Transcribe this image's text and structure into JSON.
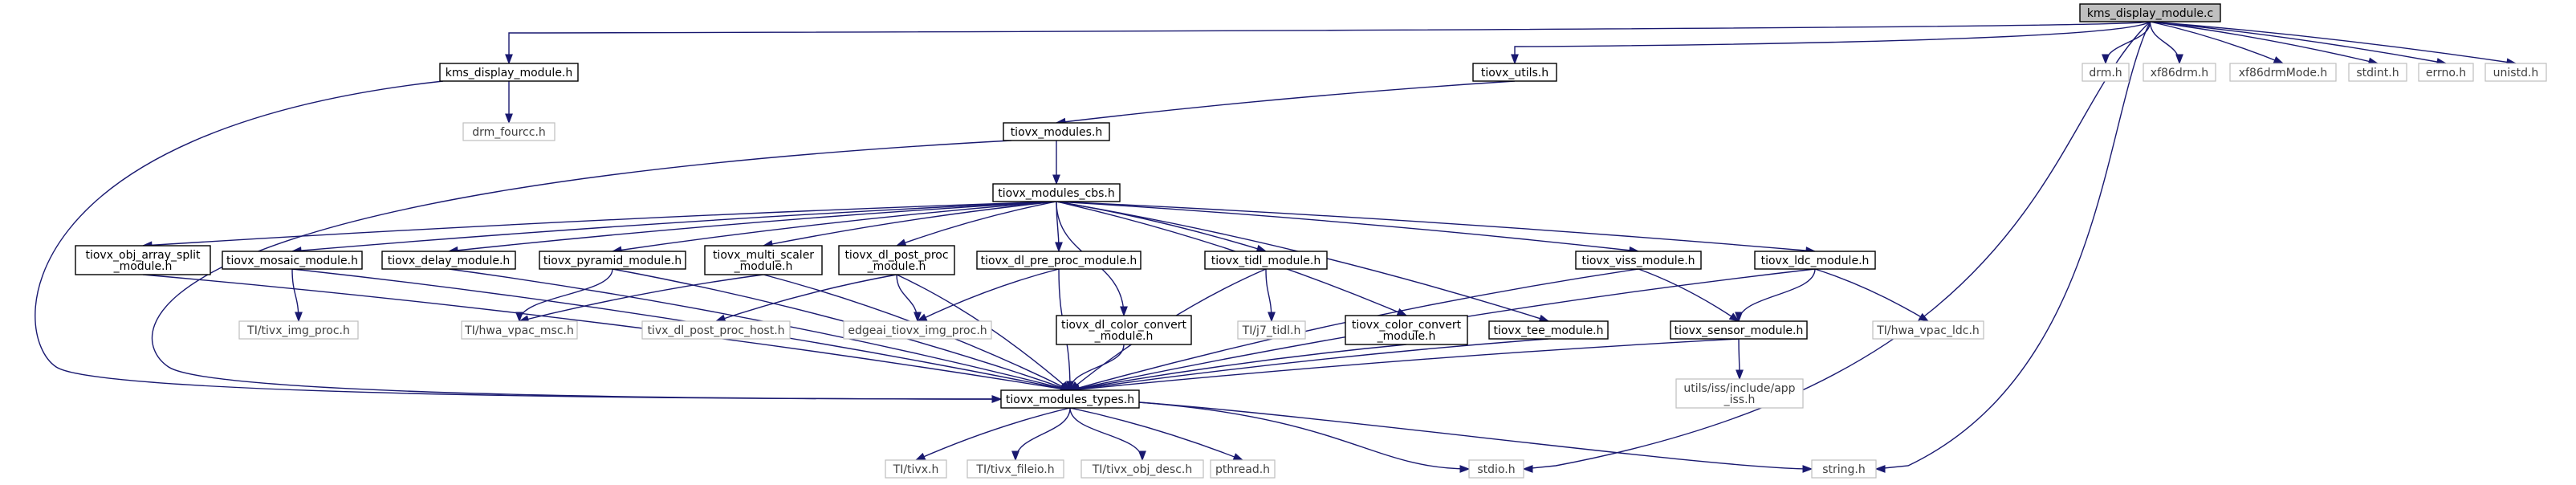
{
  "diagram": {
    "nodes": [
      {
        "id": "kms_display_module_c",
        "lines": [
          "kms_display_module.c"
        ],
        "kind": "root"
      },
      {
        "id": "kms_display_module_h",
        "lines": [
          "kms_display_module.h"
        ],
        "kind": "internal"
      },
      {
        "id": "tiovx_utils_h",
        "lines": [
          "tiovx_utils.h"
        ],
        "kind": "internal"
      },
      {
        "id": "drm_h",
        "lines": [
          "drm.h"
        ],
        "kind": "external"
      },
      {
        "id": "xf86drm_h",
        "lines": [
          "xf86drm.h"
        ],
        "kind": "external"
      },
      {
        "id": "xf86drmMode_h",
        "lines": [
          "xf86drmMode.h"
        ],
        "kind": "external"
      },
      {
        "id": "stdint_h",
        "lines": [
          "stdint.h"
        ],
        "kind": "external"
      },
      {
        "id": "errno_h",
        "lines": [
          "errno.h"
        ],
        "kind": "external"
      },
      {
        "id": "unistd_h",
        "lines": [
          "unistd.h"
        ],
        "kind": "external"
      },
      {
        "id": "drm_fourcc_h",
        "lines": [
          "drm_fourcc.h"
        ],
        "kind": "external"
      },
      {
        "id": "tiovx_modules_h",
        "lines": [
          "tiovx_modules.h"
        ],
        "kind": "internal"
      },
      {
        "id": "tiovx_modules_cbs_h",
        "lines": [
          "tiovx_modules_cbs.h"
        ],
        "kind": "internal"
      },
      {
        "id": "tiovx_obj_array_split_module_h",
        "lines": [
          "tiovx_obj_array_split",
          "_module.h"
        ],
        "kind": "internal"
      },
      {
        "id": "tiovx_mosaic_module_h",
        "lines": [
          "tiovx_mosaic_module.h"
        ],
        "kind": "internal"
      },
      {
        "id": "tiovx_delay_module_h",
        "lines": [
          "tiovx_delay_module.h"
        ],
        "kind": "internal"
      },
      {
        "id": "tiovx_pyramid_module_h",
        "lines": [
          "tiovx_pyramid_module.h"
        ],
        "kind": "internal"
      },
      {
        "id": "tiovx_multi_scaler_module_h",
        "lines": [
          "tiovx_multi_scaler",
          "_module.h"
        ],
        "kind": "internal"
      },
      {
        "id": "tiovx_dl_post_proc_module_h",
        "lines": [
          "tiovx_dl_post_proc",
          "_module.h"
        ],
        "kind": "internal"
      },
      {
        "id": "tiovx_dl_pre_proc_module_h",
        "lines": [
          "tiovx_dl_pre_proc_module.h"
        ],
        "kind": "internal"
      },
      {
        "id": "tiovx_tidl_module_h",
        "lines": [
          "tiovx_tidl_module.h"
        ],
        "kind": "internal"
      },
      {
        "id": "tiovx_viss_module_h",
        "lines": [
          "tiovx_viss_module.h"
        ],
        "kind": "internal"
      },
      {
        "id": "tiovx_ldc_module_h",
        "lines": [
          "tiovx_ldc_module.h"
        ],
        "kind": "internal"
      },
      {
        "id": "tivx_img_proc_h",
        "lines": [
          "TI/tivx_img_proc.h"
        ],
        "kind": "external"
      },
      {
        "id": "hwa_vpac_msc_h",
        "lines": [
          "TI/hwa_vpac_msc.h"
        ],
        "kind": "external"
      },
      {
        "id": "tivx_dl_post_proc_host_h",
        "lines": [
          "tivx_dl_post_proc_host.h"
        ],
        "kind": "external"
      },
      {
        "id": "edgeai_tiovx_img_proc_h",
        "lines": [
          "edgeai_tiovx_img_proc.h"
        ],
        "kind": "external"
      },
      {
        "id": "tiovx_dl_color_convert_module_h",
        "lines": [
          "tiovx_dl_color_convert",
          "_module.h"
        ],
        "kind": "internal"
      },
      {
        "id": "j7_tidl_h",
        "lines": [
          "TI/j7_tidl.h"
        ],
        "kind": "external"
      },
      {
        "id": "tiovx_color_convert_module_h",
        "lines": [
          "tiovx_color_convert",
          "_module.h"
        ],
        "kind": "internal"
      },
      {
        "id": "tiovx_tee_module_h",
        "lines": [
          "tiovx_tee_module.h"
        ],
        "kind": "internal"
      },
      {
        "id": "tiovx_sensor_module_h",
        "lines": [
          "tiovx_sensor_module.h"
        ],
        "kind": "internal"
      },
      {
        "id": "hwa_vpac_ldc_h",
        "lines": [
          "TI/hwa_vpac_ldc.h"
        ],
        "kind": "external"
      },
      {
        "id": "app_iss_h",
        "lines": [
          "utils/iss/include/app",
          "_iss.h"
        ],
        "kind": "external"
      },
      {
        "id": "tiovx_modules_types_h",
        "lines": [
          "tiovx_modules_types.h"
        ],
        "kind": "internal"
      },
      {
        "id": "tivx_h",
        "lines": [
          "TI/tivx.h"
        ],
        "kind": "external"
      },
      {
        "id": "tivx_fileio_h",
        "lines": [
          "TI/tivx_fileio.h"
        ],
        "kind": "external"
      },
      {
        "id": "tivx_obj_desc_h",
        "lines": [
          "TI/tivx_obj_desc.h"
        ],
        "kind": "external"
      },
      {
        "id": "pthread_h",
        "lines": [
          "pthread.h"
        ],
        "kind": "external"
      },
      {
        "id": "stdio_h",
        "lines": [
          "stdio.h"
        ],
        "kind": "external"
      },
      {
        "id": "string_h",
        "lines": [
          "string.h"
        ],
        "kind": "external"
      }
    ],
    "edges": [
      [
        "kms_display_module_c",
        "kms_display_module_h"
      ],
      [
        "kms_display_module_c",
        "tiovx_utils_h"
      ],
      [
        "kms_display_module_c",
        "drm_h"
      ],
      [
        "kms_display_module_c",
        "xf86drm_h"
      ],
      [
        "kms_display_module_c",
        "xf86drmMode_h"
      ],
      [
        "kms_display_module_c",
        "stdint_h"
      ],
      [
        "kms_display_module_c",
        "errno_h"
      ],
      [
        "kms_display_module_c",
        "unistd_h"
      ],
      [
        "kms_display_module_c",
        "stdio_h"
      ],
      [
        "kms_display_module_c",
        "string_h"
      ],
      [
        "kms_display_module_h",
        "drm_fourcc_h"
      ],
      [
        "kms_display_module_h",
        "tiovx_modules_types_h"
      ],
      [
        "tiovx_utils_h",
        "tiovx_modules_h"
      ],
      [
        "tiovx_modules_h",
        "tiovx_modules_cbs_h"
      ],
      [
        "tiovx_modules_h",
        "tiovx_modules_types_h"
      ],
      [
        "tiovx_modules_cbs_h",
        "tiovx_obj_array_split_module_h"
      ],
      [
        "tiovx_modules_cbs_h",
        "tiovx_mosaic_module_h"
      ],
      [
        "tiovx_modules_cbs_h",
        "tiovx_delay_module_h"
      ],
      [
        "tiovx_modules_cbs_h",
        "tiovx_pyramid_module_h"
      ],
      [
        "tiovx_modules_cbs_h",
        "tiovx_multi_scaler_module_h"
      ],
      [
        "tiovx_modules_cbs_h",
        "tiovx_dl_post_proc_module_h"
      ],
      [
        "tiovx_modules_cbs_h",
        "tiovx_dl_pre_proc_module_h"
      ],
      [
        "tiovx_modules_cbs_h",
        "tiovx_dl_color_convert_module_h"
      ],
      [
        "tiovx_modules_cbs_h",
        "tiovx_tidl_module_h"
      ],
      [
        "tiovx_modules_cbs_h",
        "tiovx_color_convert_module_h"
      ],
      [
        "tiovx_modules_cbs_h",
        "tiovx_tee_module_h"
      ],
      [
        "tiovx_modules_cbs_h",
        "tiovx_viss_module_h"
      ],
      [
        "tiovx_modules_cbs_h",
        "tiovx_ldc_module_h"
      ],
      [
        "tiovx_obj_array_split_module_h",
        "tiovx_modules_types_h"
      ],
      [
        "tiovx_mosaic_module_h",
        "tivx_img_proc_h"
      ],
      [
        "tiovx_mosaic_module_h",
        "tiovx_modules_types_h"
      ],
      [
        "tiovx_delay_module_h",
        "tiovx_modules_types_h"
      ],
      [
        "tiovx_pyramid_module_h",
        "hwa_vpac_msc_h"
      ],
      [
        "tiovx_pyramid_module_h",
        "tiovx_modules_types_h"
      ],
      [
        "tiovx_multi_scaler_module_h",
        "hwa_vpac_msc_h"
      ],
      [
        "tiovx_multi_scaler_module_h",
        "tiovx_modules_types_h"
      ],
      [
        "tiovx_dl_post_proc_module_h",
        "tivx_dl_post_proc_host_h"
      ],
      [
        "tiovx_dl_post_proc_module_h",
        "edgeai_tiovx_img_proc_h"
      ],
      [
        "tiovx_dl_post_proc_module_h",
        "tiovx_modules_types_h"
      ],
      [
        "tiovx_dl_pre_proc_module_h",
        "edgeai_tiovx_img_proc_h"
      ],
      [
        "tiovx_dl_pre_proc_module_h",
        "tiovx_modules_types_h"
      ],
      [
        "tiovx_dl_color_convert_module_h",
        "tiovx_modules_types_h"
      ],
      [
        "tiovx_tidl_module_h",
        "j7_tidl_h"
      ],
      [
        "tiovx_tidl_module_h",
        "tiovx_modules_types_h"
      ],
      [
        "tiovx_color_convert_module_h",
        "tiovx_modules_types_h"
      ],
      [
        "tiovx_tee_module_h",
        "tiovx_modules_types_h"
      ],
      [
        "tiovx_viss_module_h",
        "tiovx_sensor_module_h"
      ],
      [
        "tiovx_viss_module_h",
        "tiovx_modules_types_h"
      ],
      [
        "tiovx_ldc_module_h",
        "hwa_vpac_ldc_h"
      ],
      [
        "tiovx_ldc_module_h",
        "tiovx_sensor_module_h"
      ],
      [
        "tiovx_ldc_module_h",
        "tiovx_modules_types_h"
      ],
      [
        "tiovx_sensor_module_h",
        "app_iss_h"
      ],
      [
        "tiovx_sensor_module_h",
        "tiovx_modules_types_h"
      ],
      [
        "tiovx_modules_types_h",
        "tivx_h"
      ],
      [
        "tiovx_modules_types_h",
        "tivx_fileio_h"
      ],
      [
        "tiovx_modules_types_h",
        "tivx_obj_desc_h"
      ],
      [
        "tiovx_modules_types_h",
        "pthread_h"
      ],
      [
        "tiovx_modules_types_h",
        "stdio_h"
      ],
      [
        "tiovx_modules_types_h",
        "string_h"
      ]
    ]
  }
}
